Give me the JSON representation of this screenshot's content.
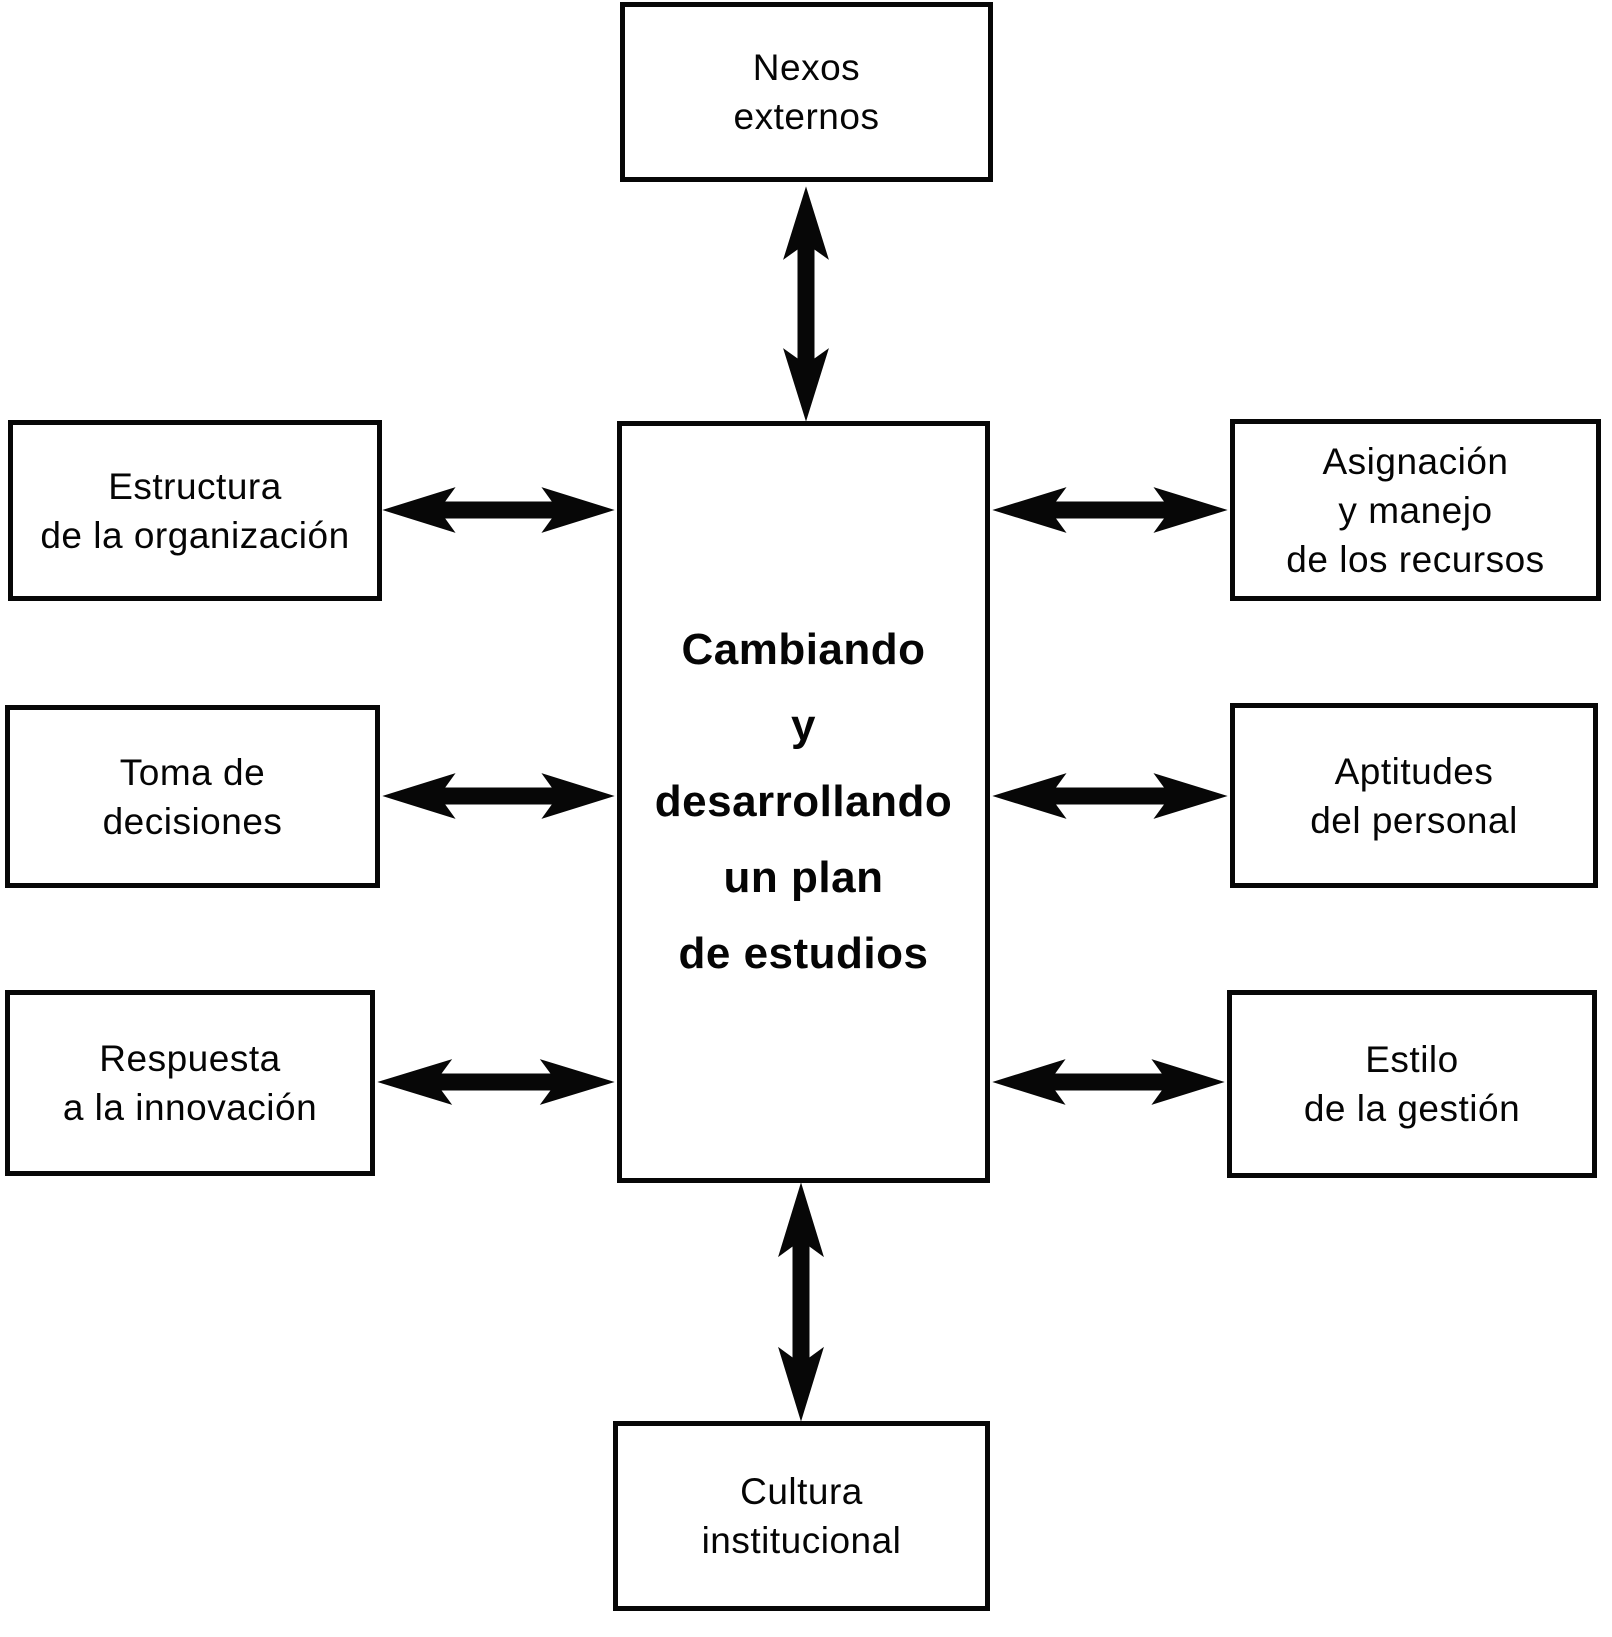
{
  "diagram": {
    "center": {
      "id": "cambiando-plan-estudios",
      "lines": [
        "Cambiando",
        "y",
        "desarrollando",
        "un plan",
        "de estudios"
      ]
    },
    "nodes": {
      "top": {
        "id": "nexos-externos",
        "lines": [
          "Nexos",
          "externos"
        ]
      },
      "left1": {
        "id": "estructura-organizacion",
        "lines": [
          "Estructura",
          "de la organización"
        ]
      },
      "left2": {
        "id": "toma-decisiones",
        "lines": [
          "Toma de",
          "decisiones"
        ]
      },
      "left3": {
        "id": "respuesta-innovacion",
        "lines": [
          "Respuesta",
          "a la innovación"
        ]
      },
      "right1": {
        "id": "asignacion-recursos",
        "lines": [
          "Asignación",
          "y manejo",
          "de los recursos"
        ]
      },
      "right2": {
        "id": "aptitudes-personal",
        "lines": [
          "Aptitudes",
          "del personal"
        ]
      },
      "right3": {
        "id": "estilo-gestion",
        "lines": [
          "Estilo",
          "de la gestión"
        ]
      },
      "bottom": {
        "id": "cultura-institucional",
        "lines": [
          "Cultura",
          "institucional"
        ]
      }
    },
    "connectors": [
      {
        "between": [
          "Nexos externos",
          "Cambiando y desarrollando un plan de estudios"
        ],
        "type": "double-headed-arrow",
        "orientation": "vertical"
      },
      {
        "between": [
          "Estructura de la organización",
          "Cambiando y desarrollando un plan de estudios"
        ],
        "type": "double-headed-arrow",
        "orientation": "horizontal"
      },
      {
        "between": [
          "Toma de decisiones",
          "Cambiando y desarrollando un plan de estudios"
        ],
        "type": "double-headed-arrow",
        "orientation": "horizontal"
      },
      {
        "between": [
          "Respuesta a la innovación",
          "Cambiando y desarrollando un plan de estudios"
        ],
        "type": "double-headed-arrow",
        "orientation": "horizontal"
      },
      {
        "between": [
          "Asignación y manejo de los recursos",
          "Cambiando y desarrollando un plan de estudios"
        ],
        "type": "double-headed-arrow",
        "orientation": "horizontal"
      },
      {
        "between": [
          "Aptitudes del personal",
          "Cambiando y desarrollando un plan de estudios"
        ],
        "type": "double-headed-arrow",
        "orientation": "horizontal"
      },
      {
        "between": [
          "Estilo de la gestión",
          "Cambiando y desarrollando un plan de estudios"
        ],
        "type": "double-headed-arrow",
        "orientation": "horizontal"
      },
      {
        "between": [
          "Cultura institucional",
          "Cambiando y desarrollando un plan de estudios"
        ],
        "type": "double-headed-arrow",
        "orientation": "vertical"
      }
    ],
    "colors": {
      "ink": "#070707",
      "paper": "#ffffff"
    }
  }
}
